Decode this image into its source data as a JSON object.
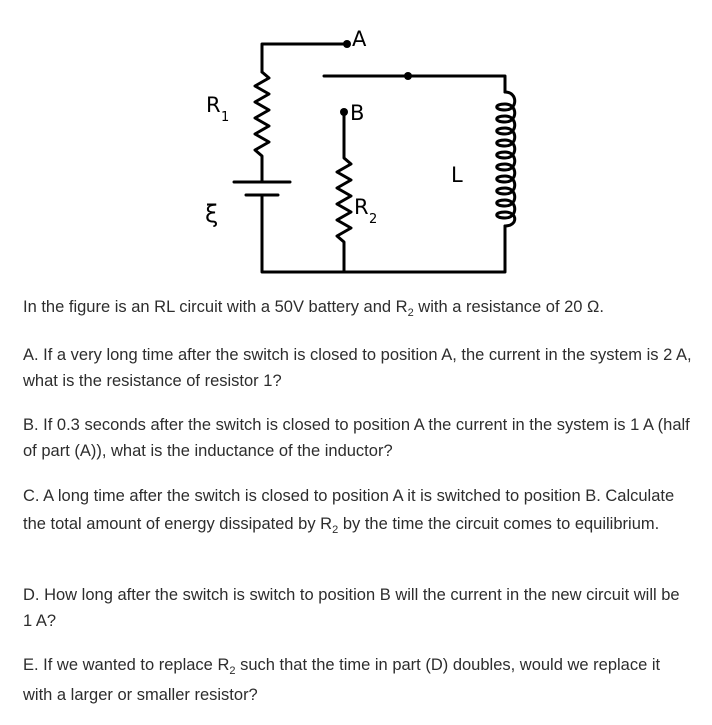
{
  "diagram": {
    "labels": {
      "switch_a": "A",
      "switch_b": "B",
      "r1": "R",
      "r1_sub": "1",
      "emf": "ξ",
      "r2": "R",
      "r2_sub": "2",
      "inductor": "L"
    }
  },
  "text": {
    "intro": {
      "before": "In the figure is an RL circuit with a 50V battery and R",
      "sub": "2",
      "after": " with a resistance of 20 Ω."
    },
    "qa": "A. If a very long time after the switch is closed to position A, the current in the system is 2 A, what is the resistance of resistor 1?",
    "qb": "B. If 0.3 seconds after the switch is closed to position A the current in the system is 1 A (half of part (A)), what is the inductance of the inductor?",
    "qc": {
      "before": "C. A long time after the switch is closed to position A it is switched to position B. Calculate the total amount of energy dissipated by R",
      "sub": "2",
      "after": " by the time the circuit comes to equilibrium."
    },
    "qd": "D. How long after the switch is switch to position B will the current in the new circuit will be 1 A?",
    "qe": {
      "before": "E. If we wanted to replace R",
      "sub": "2",
      "after": " such that the time in part (D) doubles, would we replace it with a larger or smaller resistor?"
    }
  }
}
